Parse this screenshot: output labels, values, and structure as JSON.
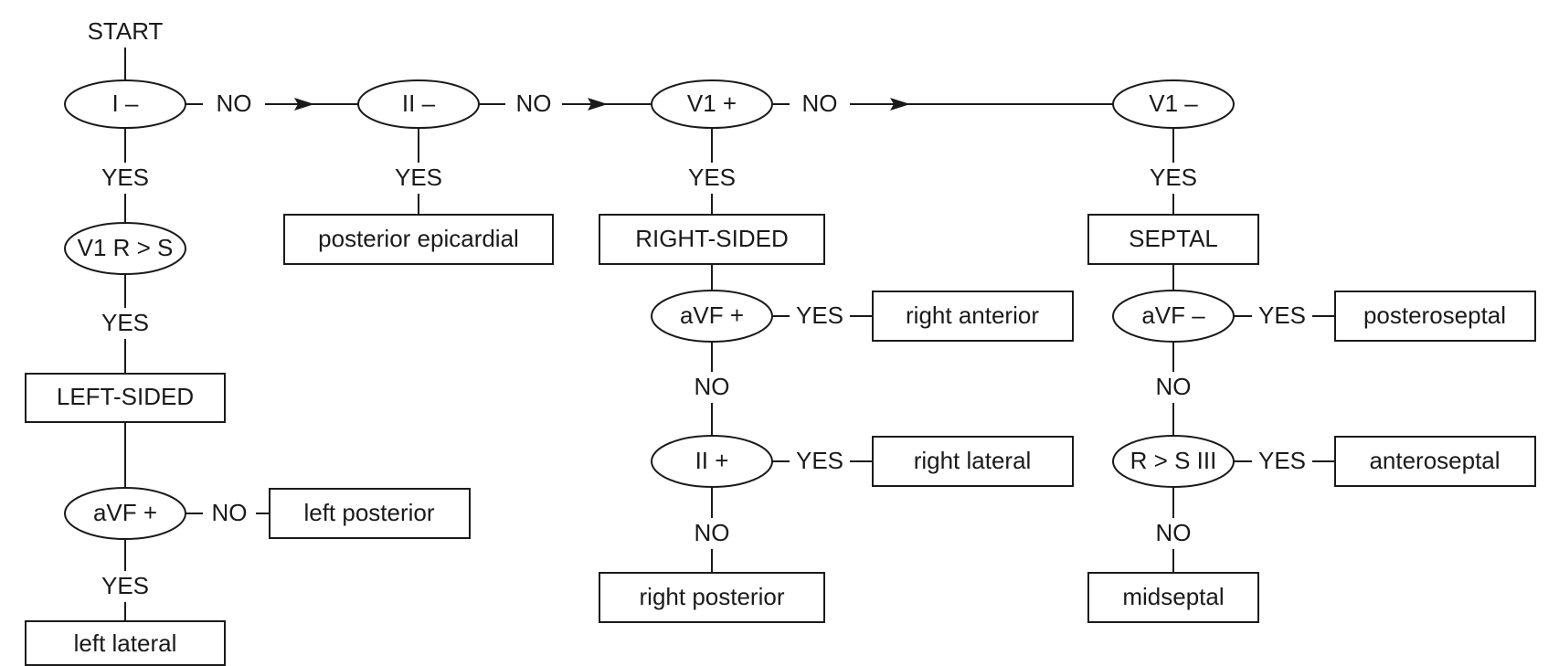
{
  "start_label": "START",
  "decisions": {
    "d_I": "I –",
    "d_II": "II –",
    "d_V1p": "V1 +",
    "d_V1m": "V1 –",
    "d_V1RS": "V1 R > S",
    "d_aVFp_L": "aVF +",
    "d_aVFp_R": "aVF +",
    "d_IIp": "II +",
    "d_aVFm": "aVF –",
    "d_RS3": "R > S III"
  },
  "boxes": {
    "b_post_epi": "posterior epicardial",
    "b_right_sided": "RIGHT-SIDED",
    "b_septal": "SEPTAL",
    "b_left_sided": "LEFT-SIDED",
    "b_left_post": "left posterior",
    "b_left_lat": "left lateral",
    "b_right_ant": "right anterior",
    "b_right_lat": "right lateral",
    "b_right_post": "right posterior",
    "b_posteroseptal": "posteroseptal",
    "b_anteroseptal": "anteroseptal",
    "b_midseptal": "midseptal"
  },
  "edge_labels": {
    "yes": "YES",
    "no": "NO"
  }
}
